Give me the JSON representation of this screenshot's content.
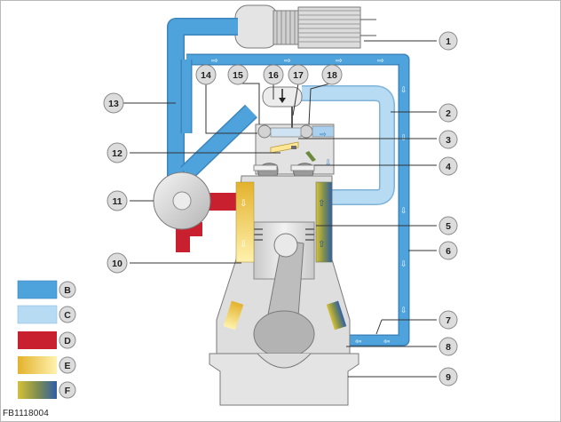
{
  "figure_code": "FB1118004",
  "callouts": [
    "1",
    "2",
    "3",
    "4",
    "5",
    "6",
    "7",
    "8",
    "9",
    "10",
    "11",
    "12",
    "13",
    "14",
    "15",
    "16",
    "17",
    "18"
  ],
  "legend": [
    "B",
    "C",
    "D",
    "E",
    "F"
  ],
  "colors": {
    "fresh_air_blue": "#4fa3dc",
    "light_blue": "#b7dbf3",
    "exhaust_red": "#c8202f",
    "engine_gray": "#dcdcdc",
    "outline": "#7a7a7a",
    "yellow_gradient": [
      "#e6b932",
      "#fff3b0"
    ],
    "yellow_blue_gradient": [
      "#c9b52a",
      "#2f5ea8"
    ]
  }
}
